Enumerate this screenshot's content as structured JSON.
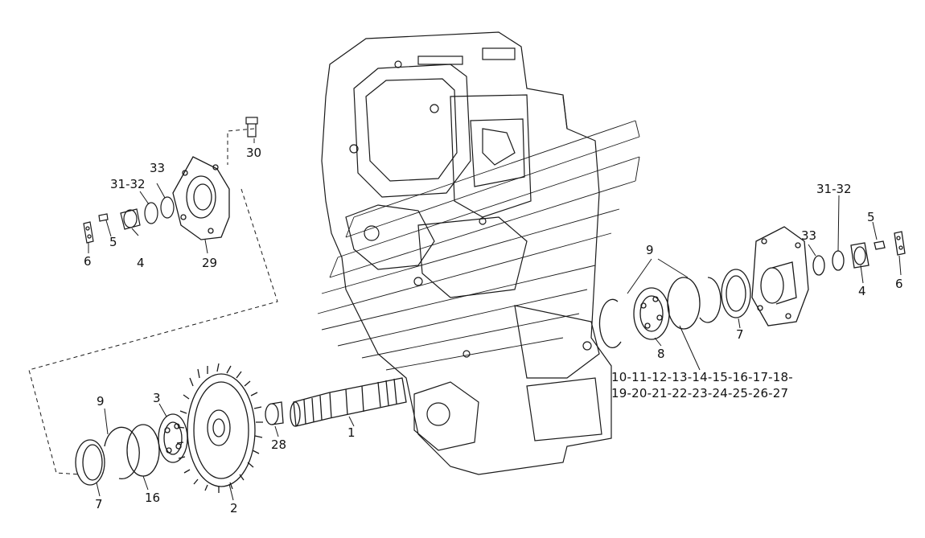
{
  "diagram": {
    "parts": [
      {
        "id": "p1",
        "label": "1"
      },
      {
        "id": "p2",
        "label": "2"
      },
      {
        "id": "p3",
        "label": "3"
      },
      {
        "id": "p4-left",
        "label": "4"
      },
      {
        "id": "p4-right",
        "label": "4"
      },
      {
        "id": "p5-left",
        "label": "5"
      },
      {
        "id": "p5-right",
        "label": "5"
      },
      {
        "id": "p6-left",
        "label": "6"
      },
      {
        "id": "p6-right",
        "label": "6"
      },
      {
        "id": "p7-left",
        "label": "7"
      },
      {
        "id": "p7-right",
        "label": "7"
      },
      {
        "id": "p8",
        "label": "8"
      },
      {
        "id": "p9-left",
        "label": "9"
      },
      {
        "id": "p9-right",
        "label": "9"
      },
      {
        "id": "p16",
        "label": "16"
      },
      {
        "id": "p28",
        "label": "28"
      },
      {
        "id": "p29",
        "label": "29"
      },
      {
        "id": "p30",
        "label": "30"
      },
      {
        "id": "p31-32-left",
        "label": "31-32"
      },
      {
        "id": "p31-32-right",
        "label": "31-32"
      },
      {
        "id": "p33-left",
        "label": "33"
      },
      {
        "id": "p33-right",
        "label": "33"
      }
    ],
    "sequence_line1": "10-11-12-13-14-15-16-17-18-",
    "sequence_line2": "19-20-21-22-23-24-25-26-27"
  }
}
